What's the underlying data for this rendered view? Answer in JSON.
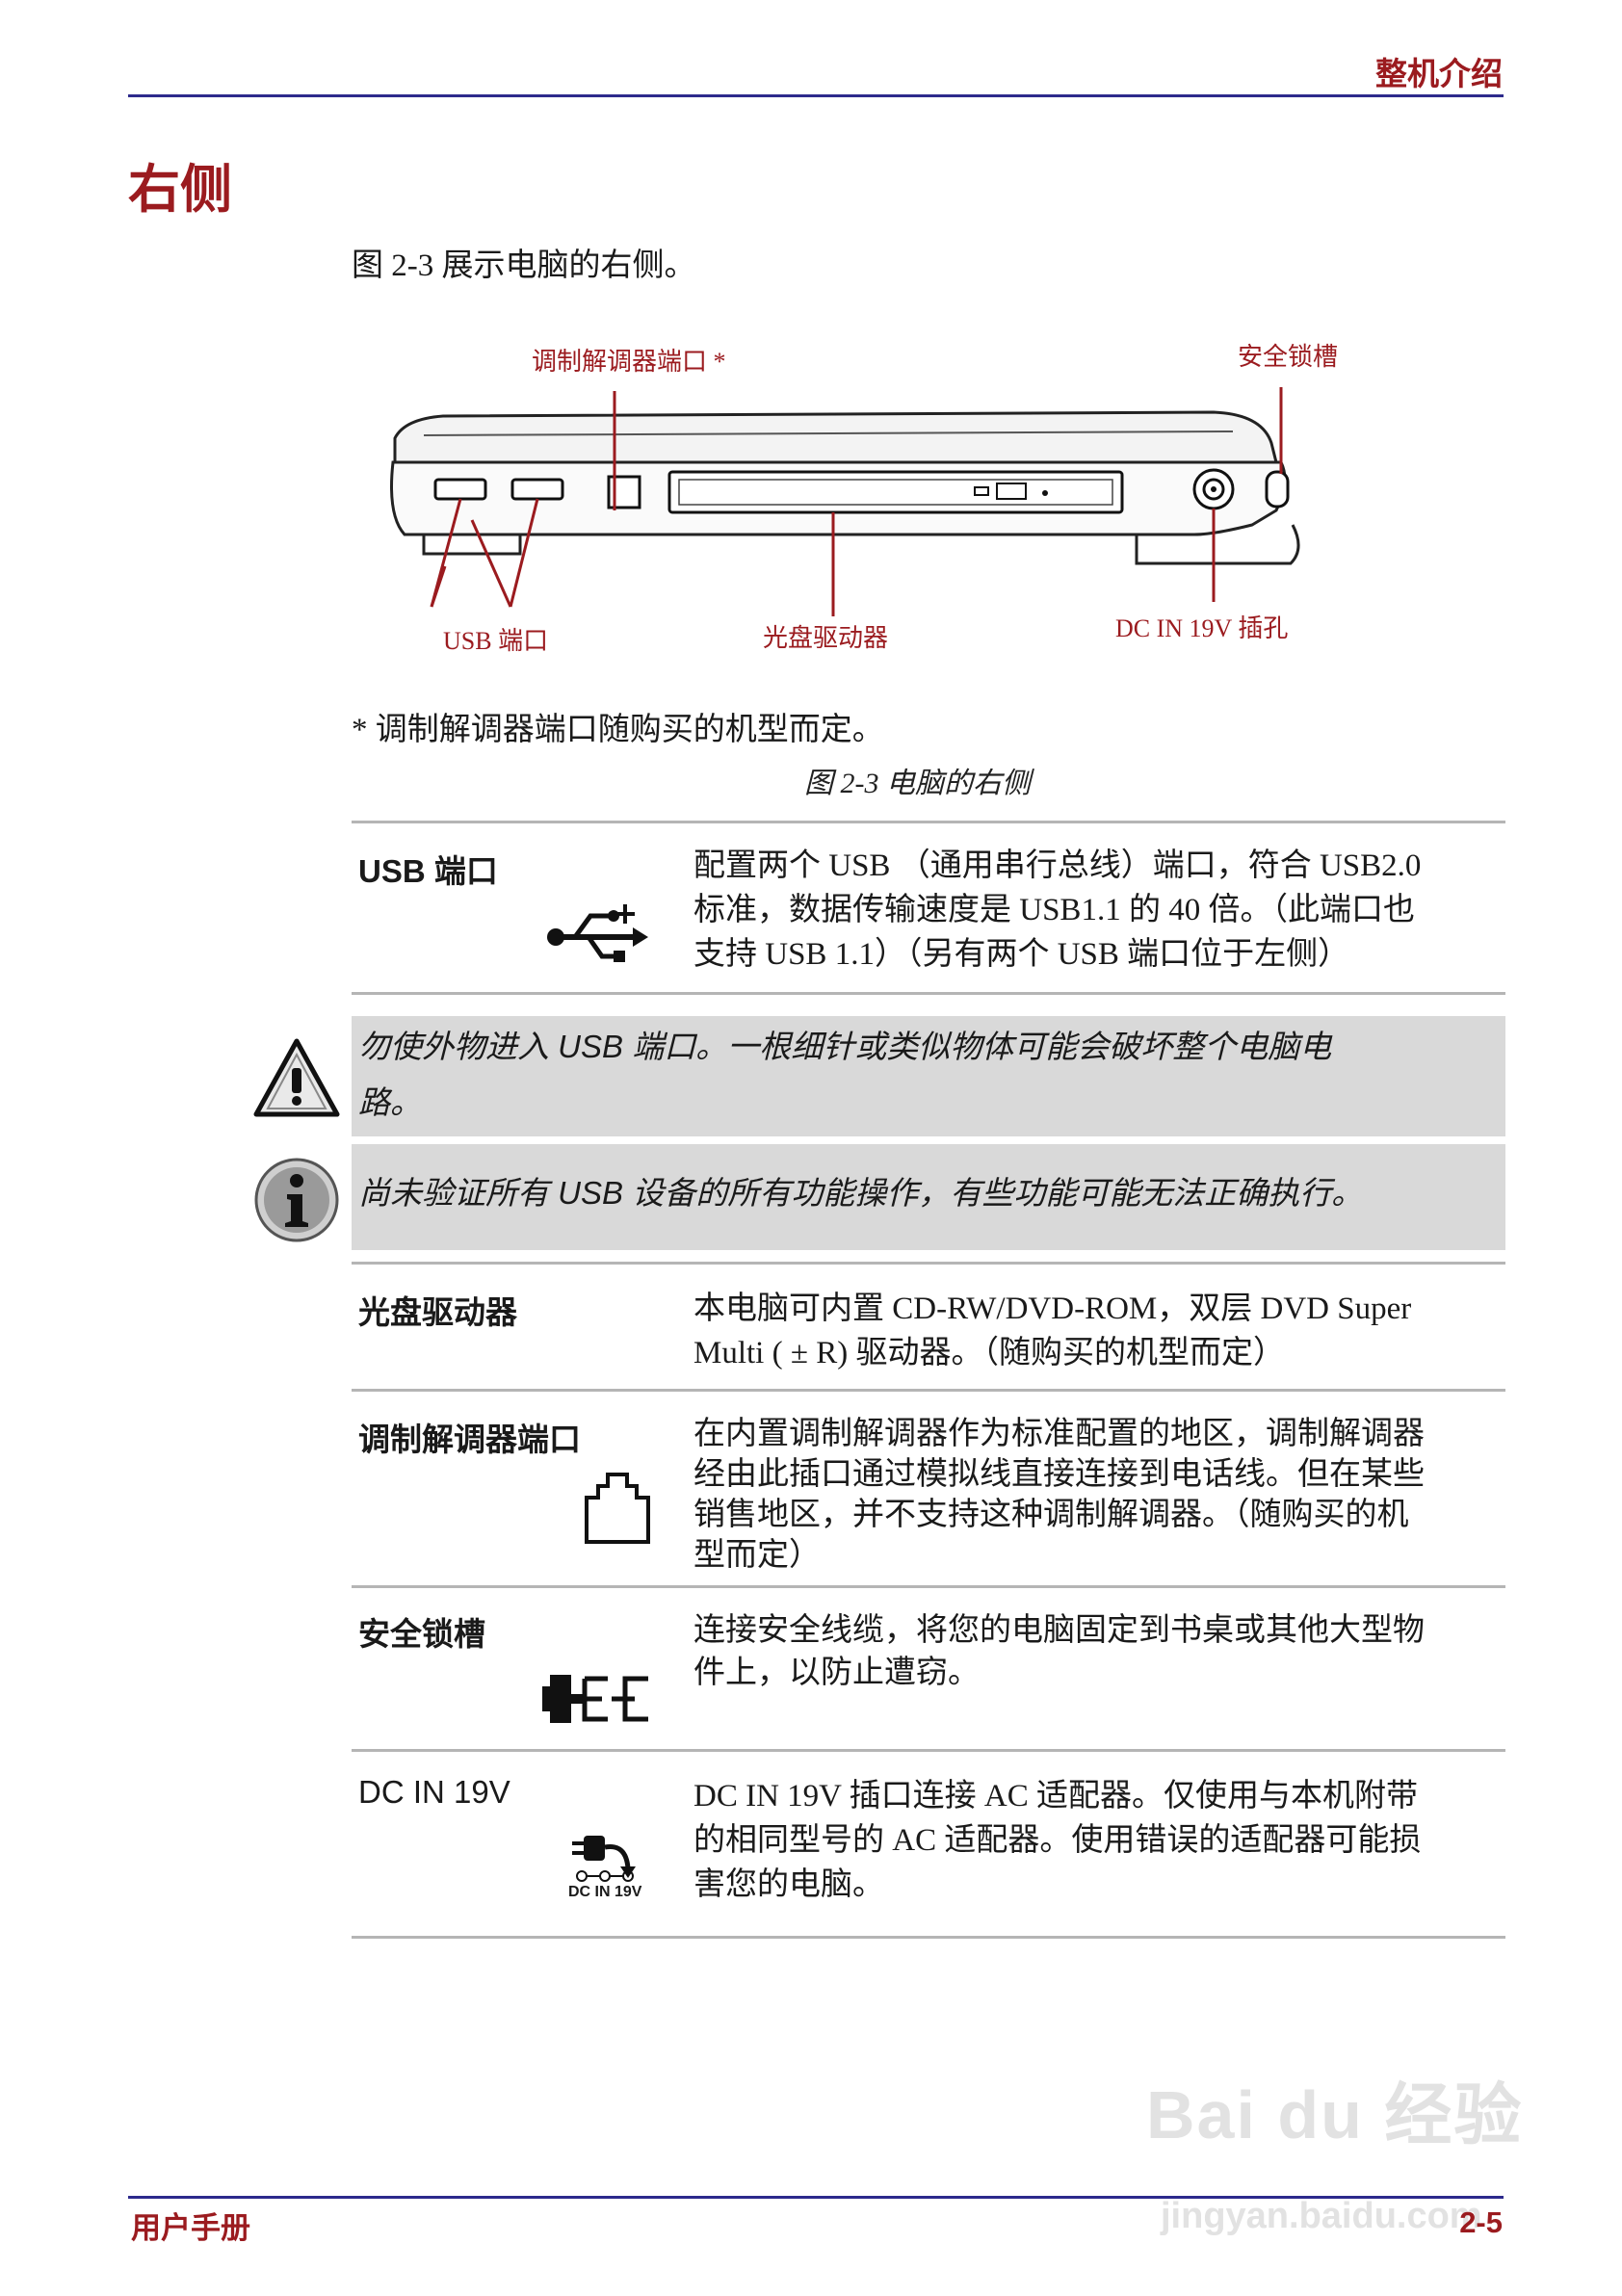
{
  "header": {
    "section": "整机介绍"
  },
  "page_title": "右侧",
  "intro": "图 2-3 展示电脑的右侧。",
  "figure": {
    "callouts": {
      "modem": "调制解调器端口 *",
      "lock": "安全锁槽",
      "usb": "USB 端口",
      "optical": "光盘驱动器",
      "dcin": "DC IN 19V 插孔"
    },
    "note": "* 调制解调器端口随购买的机型而定。",
    "caption": "图 2-3 电脑的右侧"
  },
  "rows": {
    "usb": {
      "term": "USB 端口",
      "desc1": "配置两个 USB （通用串行总线）端口，符合 USB2.0",
      "desc2": "标准，数据传输速度是 USB1.1 的 40 倍。（此端口也",
      "desc3": "支持 USB 1.1）（另有两个 USB 端口位于左侧）"
    },
    "warning": {
      "line1": "勿使外物进入 USB 端口。一根细针或类似物体可能会破坏整个电脑电",
      "line2": "路。"
    },
    "info": {
      "line1": "尚未验证所有 USB 设备的所有功能操作，有些功能可能无法正确执行。"
    },
    "optical": {
      "term": "光盘驱动器",
      "desc1": "本电脑可内置 CD-RW/DVD-ROM，双层 DVD Super",
      "desc2": "Multi ( ± R) 驱动器。（随购买的机型而定）"
    },
    "modem": {
      "term": "调制解调器端口",
      "desc1": "在内置调制解调器作为标准配置的地区，调制解调器",
      "desc2": "经由此插口通过模拟线直接连接到电话线。但在某些",
      "desc3": "销售地区，并不支持这种调制解调器。（随购买的机",
      "desc4": "型而定）"
    },
    "lock": {
      "term": "安全锁槽",
      "desc1": "连接安全线缆，将您的电脑固定到书桌或其他大型物",
      "desc2": "件上，以防止遭窃。"
    },
    "dcin": {
      "term": "DC IN 19V",
      "desc1": "DC IN 19V 插口连接 AC 适配器。仅使用与本机附带",
      "desc2": "的相同型号的 AC 适配器。使用错误的适配器可能损",
      "desc3": "害您的电脑。",
      "icon_label": "DC IN 19V"
    }
  },
  "footer": {
    "left": "用户手册",
    "right": "2-5"
  },
  "watermark": {
    "brand": "Bai du 经验",
    "url": "jingyan.baidu.com"
  },
  "colors": {
    "accent": "#9b1b1f",
    "rule_blue": "#2d2a8c",
    "callout_bg": "#d9d9d9"
  }
}
